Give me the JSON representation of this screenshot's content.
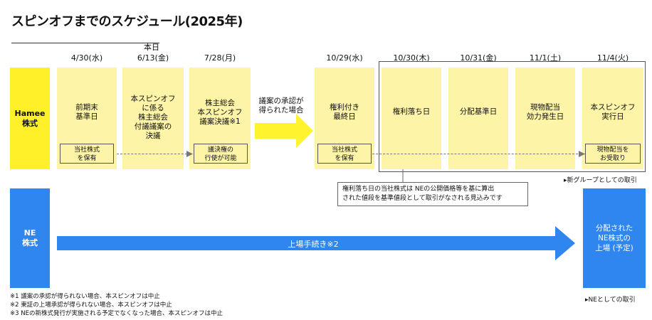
{
  "title": "スピンオフまでのスケジュール(2025年)",
  "honjitsu": "本日",
  "dates": [
    "4/30(水)",
    "6/13(金)",
    "7/28(月)",
    "10/29(水)",
    "10/30(木)",
    "10/31(金)",
    "11/1(土)",
    "11/4(火)"
  ],
  "rows": {
    "hamee": [
      "Hamee",
      "株式"
    ],
    "ne": [
      "NE",
      "株式"
    ]
  },
  "columns": [
    [
      "前期末",
      "基準日"
    ],
    [
      "本スピンオフ",
      "に係る",
      "株主総会",
      "付議議案の",
      "決議"
    ],
    [
      "株主総会",
      "本スピンオフ",
      "議案決議※1"
    ],
    [
      "権利付き",
      "最終日"
    ],
    [
      "権利落ち日"
    ],
    [
      "分配基準日"
    ],
    [
      "現物配当",
      "効力発生日"
    ],
    [
      "本スピンオフ",
      "実行日"
    ]
  ],
  "arrow_text": [
    "議案の承認が",
    "得られた場合"
  ],
  "small_boxes": {
    "b1": [
      "当社株式",
      "を保有"
    ],
    "b2": [
      "議決権の",
      "行使が可能"
    ],
    "b3": [
      "当社株式",
      "を保有"
    ],
    "b4": [
      "現物配当を",
      "お受取り"
    ]
  },
  "callout": [
    "権利落ち日の当社株式は NEの公開価格等を基に算出",
    "された値段を基準値段として取引がなされる見込みです"
  ],
  "note_new_group": "▸新グループとしての取引",
  "note_ne": "▸NEとしての取引",
  "ne_arrow": "上場手続き※2",
  "ne_target": [
    "分配された",
    "NE株式の",
    "上場 (予定)"
  ],
  "footnotes": [
    "※1 議案の承認が得られない場合、本スピンオフは中止",
    "※2 東証の上場承認が得られない場合、本スピンオフは中止",
    "※3 NEの新株式発行が実施される予定でなくなった場合、本スピンオフは中止"
  ],
  "colors": {
    "yellow_row": "#fff02a",
    "column_fill": "#fdf4a8",
    "blue": "#2e86ee",
    "arrow_yellow": "#fff42e"
  }
}
